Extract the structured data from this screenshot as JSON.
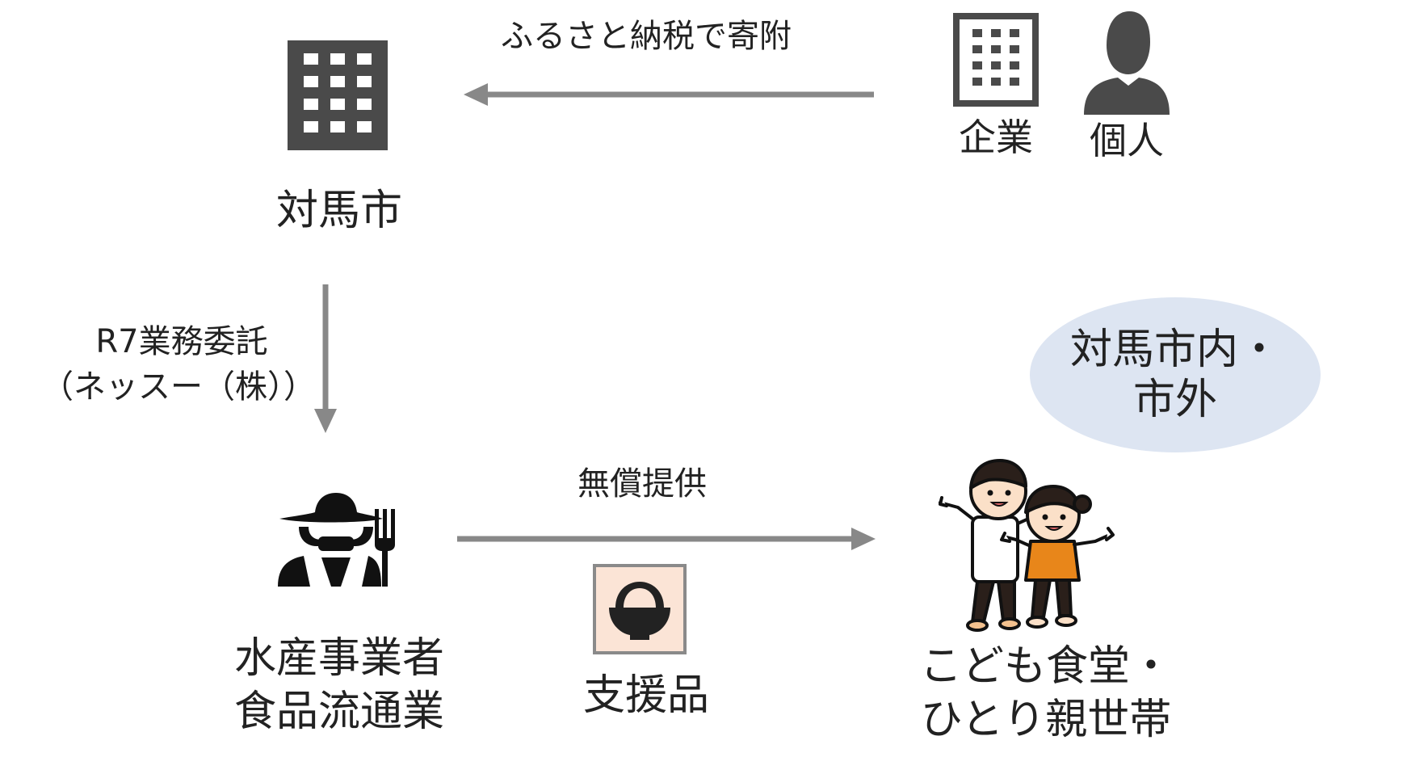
{
  "nodes": {
    "tsushima_city": "対馬市",
    "company": "企業",
    "individual": "個人",
    "fishery": {
      "line1": "水産事業者",
      "line2": "食品流通業"
    },
    "kids": {
      "line1": "こども食堂・",
      "line2": "ひとり親世帯"
    },
    "region": {
      "line1": "対馬市内・",
      "line2": "市外"
    },
    "support_goods": "支援品"
  },
  "edges": {
    "donation": "ふるさと納税で寄附",
    "outsourcing": {
      "line1": "R7業務委託",
      "line2": "（ネッスー（株））"
    },
    "free_provision": "無償提供"
  },
  "colors": {
    "icon_dark": "#4a4a4a",
    "arrow": "#888888",
    "region_bubble": "#dde5f2",
    "goods_bg": "#fbe4d6",
    "child_orange": "#e8861a"
  }
}
